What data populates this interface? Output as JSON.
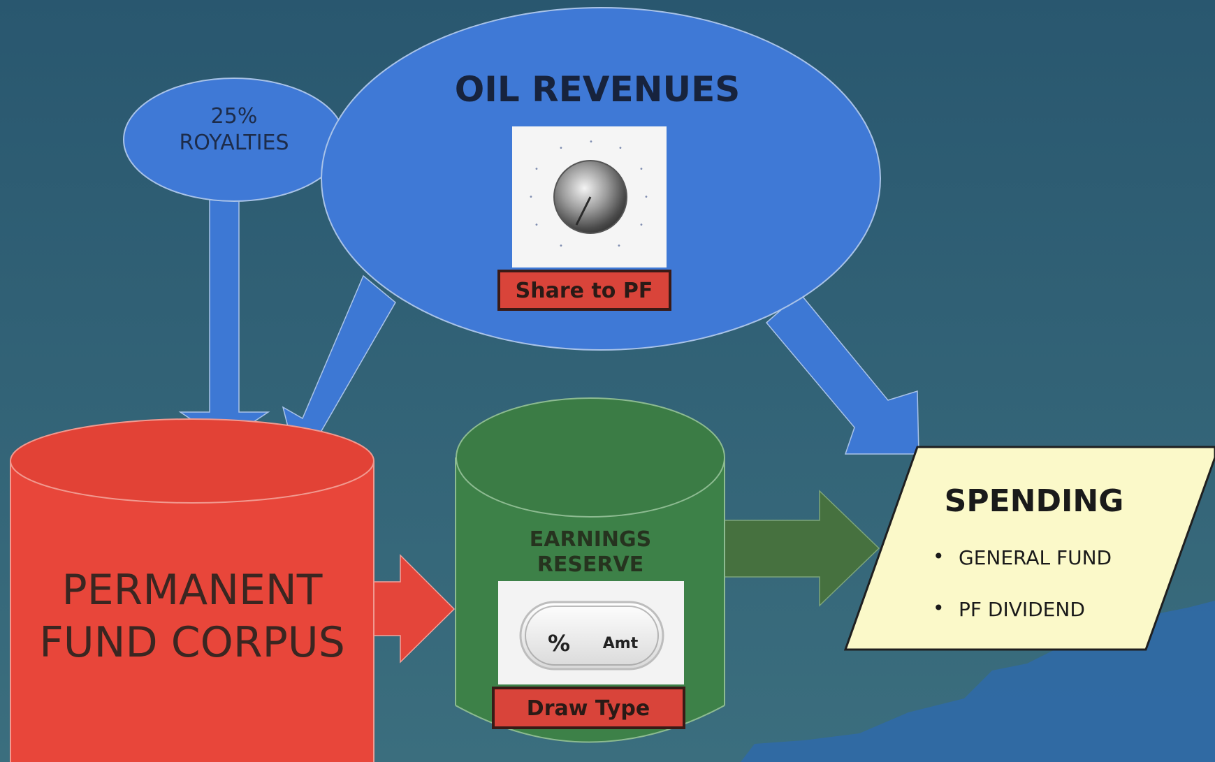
{
  "oil_revenues": {
    "title": "OIL REVENUES",
    "dial_label": "Share to PF",
    "fill": "#3f79d6"
  },
  "royalties": {
    "percent": "25%",
    "label": "ROYALTIES",
    "fill": "#3f79d6"
  },
  "permanent_fund": {
    "line1": "PERMANENT",
    "line2": "FUND CORPUS",
    "fill": "#e8463a"
  },
  "earnings_reserve": {
    "line1": "EARNINGS",
    "line2": "RESERVE",
    "fill": "#3d8148",
    "switch_left": "%",
    "switch_right": "Amt",
    "switch_label": "Draw Type"
  },
  "spending": {
    "title": "SPENDING",
    "items": [
      "GENERAL FUND",
      "PF DIVIDEND"
    ],
    "fill": "#fbf9c9"
  },
  "colors": {
    "background_top": "#29576f",
    "background_bottom": "#3b6e7e",
    "arrow_blue": "#3d78d4",
    "arrow_red": "#e4453a",
    "arrow_green": "#46713f",
    "label_red": "#d9443a"
  }
}
